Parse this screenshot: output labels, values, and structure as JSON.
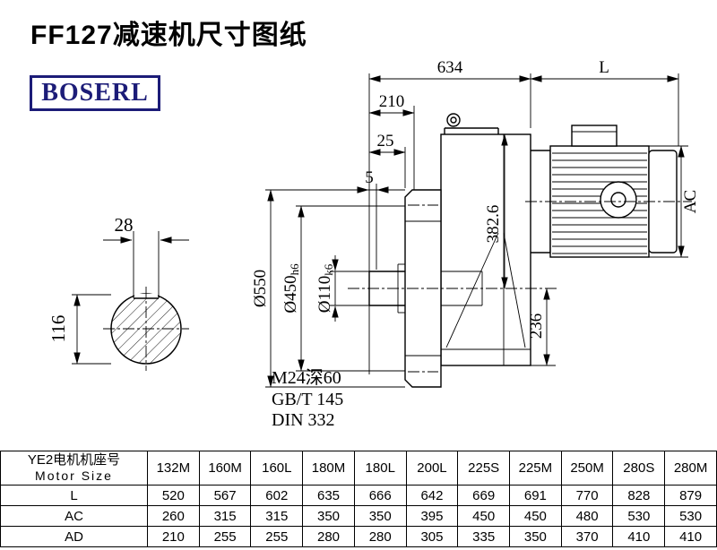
{
  "title": "FF127减速机尺寸图纸",
  "brand": "BOSERL",
  "drawing": {
    "dims": {
      "total_length": "634",
      "motor_length": "L",
      "shaft_length": "210",
      "d25": "25",
      "d5": "5",
      "flange_dia": "Ø550",
      "spigot_dia": "Ø450",
      "spigot_tol": "h6",
      "shaft_dia": "Ø110",
      "shaft_tol": "k6",
      "center_height": "382.6",
      "d236": "236",
      "motor_dia": "AC",
      "key_width": "28",
      "shaft_height": "116"
    },
    "notes": {
      "thread": "M24深60",
      "standard": "GB/T 145",
      "din": "DIN 332"
    }
  },
  "table": {
    "header_cn": "YE2电机机座号",
    "header_en": "Motor Size",
    "columns": [
      "132M",
      "160M",
      "160L",
      "180M",
      "180L",
      "200L",
      "225S",
      "225M",
      "250M",
      "280S",
      "280M"
    ],
    "rows": [
      {
        "label": "L",
        "values": [
          "520",
          "567",
          "602",
          "635",
          "666",
          "642",
          "669",
          "691",
          "770",
          "828",
          "879"
        ]
      },
      {
        "label": "AC",
        "values": [
          "260",
          "315",
          "315",
          "350",
          "350",
          "395",
          "450",
          "450",
          "480",
          "530",
          "530"
        ]
      },
      {
        "label": "AD",
        "values": [
          "210",
          "255",
          "255",
          "280",
          "280",
          "305",
          "335",
          "350",
          "370",
          "410",
          "410"
        ]
      }
    ]
  }
}
